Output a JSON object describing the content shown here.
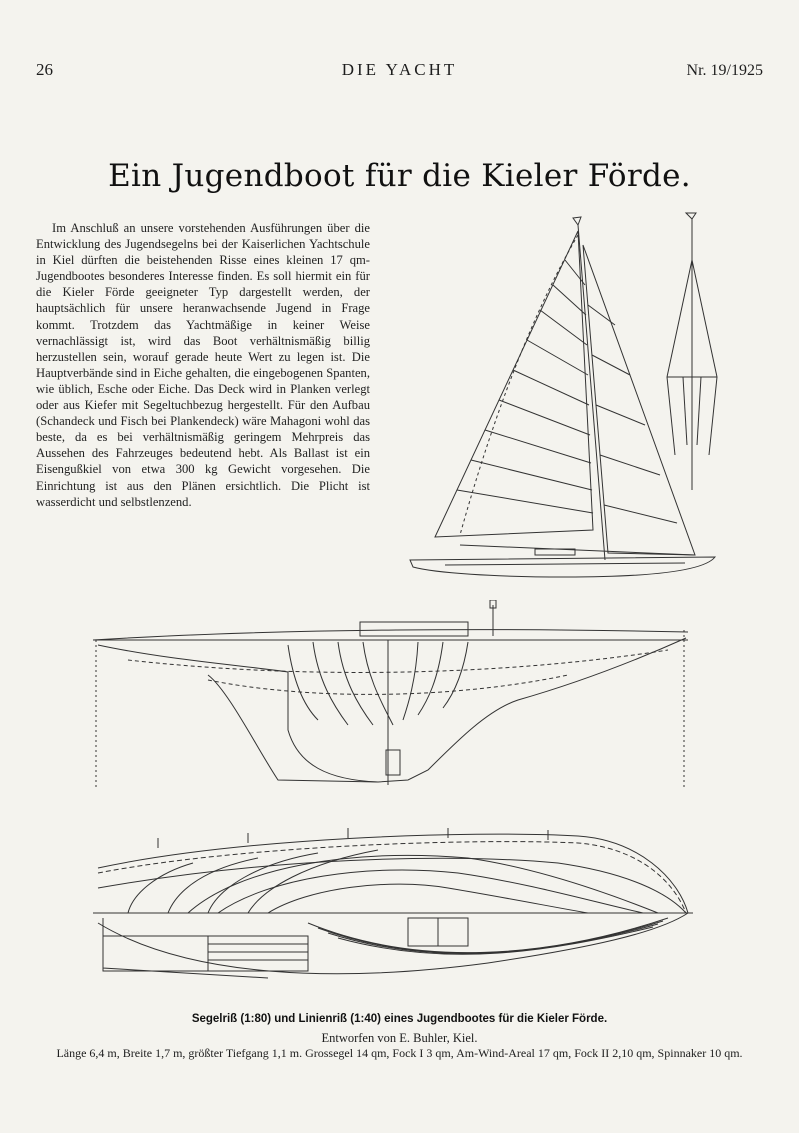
{
  "header": {
    "page_number": "26",
    "magazine": "DIE YACHT",
    "issue": "Nr. 19/1925"
  },
  "article": {
    "title": "Ein Jugendboot für die Kieler Förde.",
    "body": "Im Anschluß an unsere vorstehenden Ausführungen über die Entwicklung des Jugendsegelns bei der Kaiserlichen Yachtschule in Kiel dürften die beistehenden Risse eines kleinen 17 qm-Jugendbootes besonderes Interesse finden. Es soll hiermit ein für die Kieler Förde geeigneter Typ dargestellt werden, der hauptsächlich für unsere heranwachsende Jugend in Frage kommt. Trotzdem das Yachtmäßige in keiner Weise vernachlässigt ist, wird das Boot verhältnismäßig billig herzustellen sein, worauf gerade heute Wert zu legen ist. Die Hauptverbände sind in Eiche gehalten, die eingebogenen Spanten, wie üblich, Esche oder Eiche. Das Deck wird in Planken verlegt oder aus Kiefer mit Segeltuchbezug hergestellt. Für den Aufbau (Schandeck und Fisch bei Plankendeck) wäre Mahagoni wohl das beste, da es bei verhältnismäßig geringem Mehrpreis das Aussehen des Fahrzeuges bedeutend hebt. Als Ballast ist ein Eisengußkiel von etwa 300 kg Gewicht vorgesehen. Die Einrichtung ist aus den Plänen ersichtlich. Die Plicht ist wasserdicht und selbstlenzend."
  },
  "figure": {
    "caption": "Segelriß (1:80) und Linienriß (1:40) eines Jugendbootes für die Kieler Förde.",
    "credit": "Entworfen von E. Buhler, Kiel.",
    "specs": "Länge 6,4 m, Breite 1,7 m, größter Tiefgang 1,1 m. Grossegel 14 qm, Fock I 3 qm, Am-Wind-Areal 17 qm, Fock II 2,10 qm, Spinnaker 10 qm."
  },
  "colors": {
    "paper": "#f4f3ee",
    "ink": "#1d1d1d"
  }
}
